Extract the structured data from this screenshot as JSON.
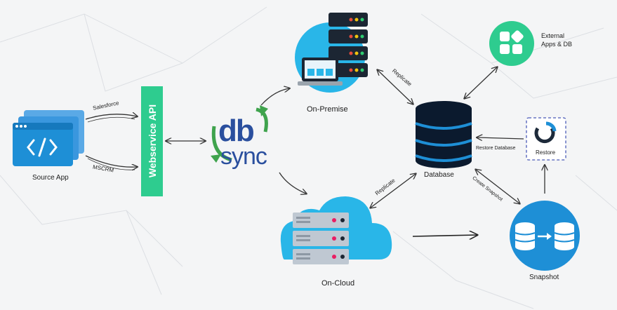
{
  "diagram": {
    "nodes": {
      "source_app": {
        "label": "Source App"
      },
      "webservice_api": {
        "label": "Webservice API"
      },
      "dbsync": {
        "logo_top": "db",
        "logo_bottom": "sync"
      },
      "on_premise": {
        "label": "On-Premise"
      },
      "external": {
        "label_line1": "External",
        "label_line2": "Apps & DB"
      },
      "database": {
        "label": "Database"
      },
      "restore": {
        "label": "Restore"
      },
      "on_cloud": {
        "label": "On-Cloud"
      },
      "snapshot": {
        "label": "Snapshot"
      }
    },
    "edges": {
      "salesforce": "Salesforce",
      "mscrm": "MSCRM",
      "replicate_top": "Replicate",
      "replicate_bottom": "Replicate",
      "restore_database": "Restore Database",
      "create_snapshot": "Create Snapshot"
    },
    "colors": {
      "blue": "#1e8fd6",
      "green": "#2ecc8f",
      "cyan": "#29b6e8",
      "dark": "#0b1a2e",
      "dbsync_blue": "#2a4f9e",
      "dbsync_green": "#3fa34d"
    }
  }
}
